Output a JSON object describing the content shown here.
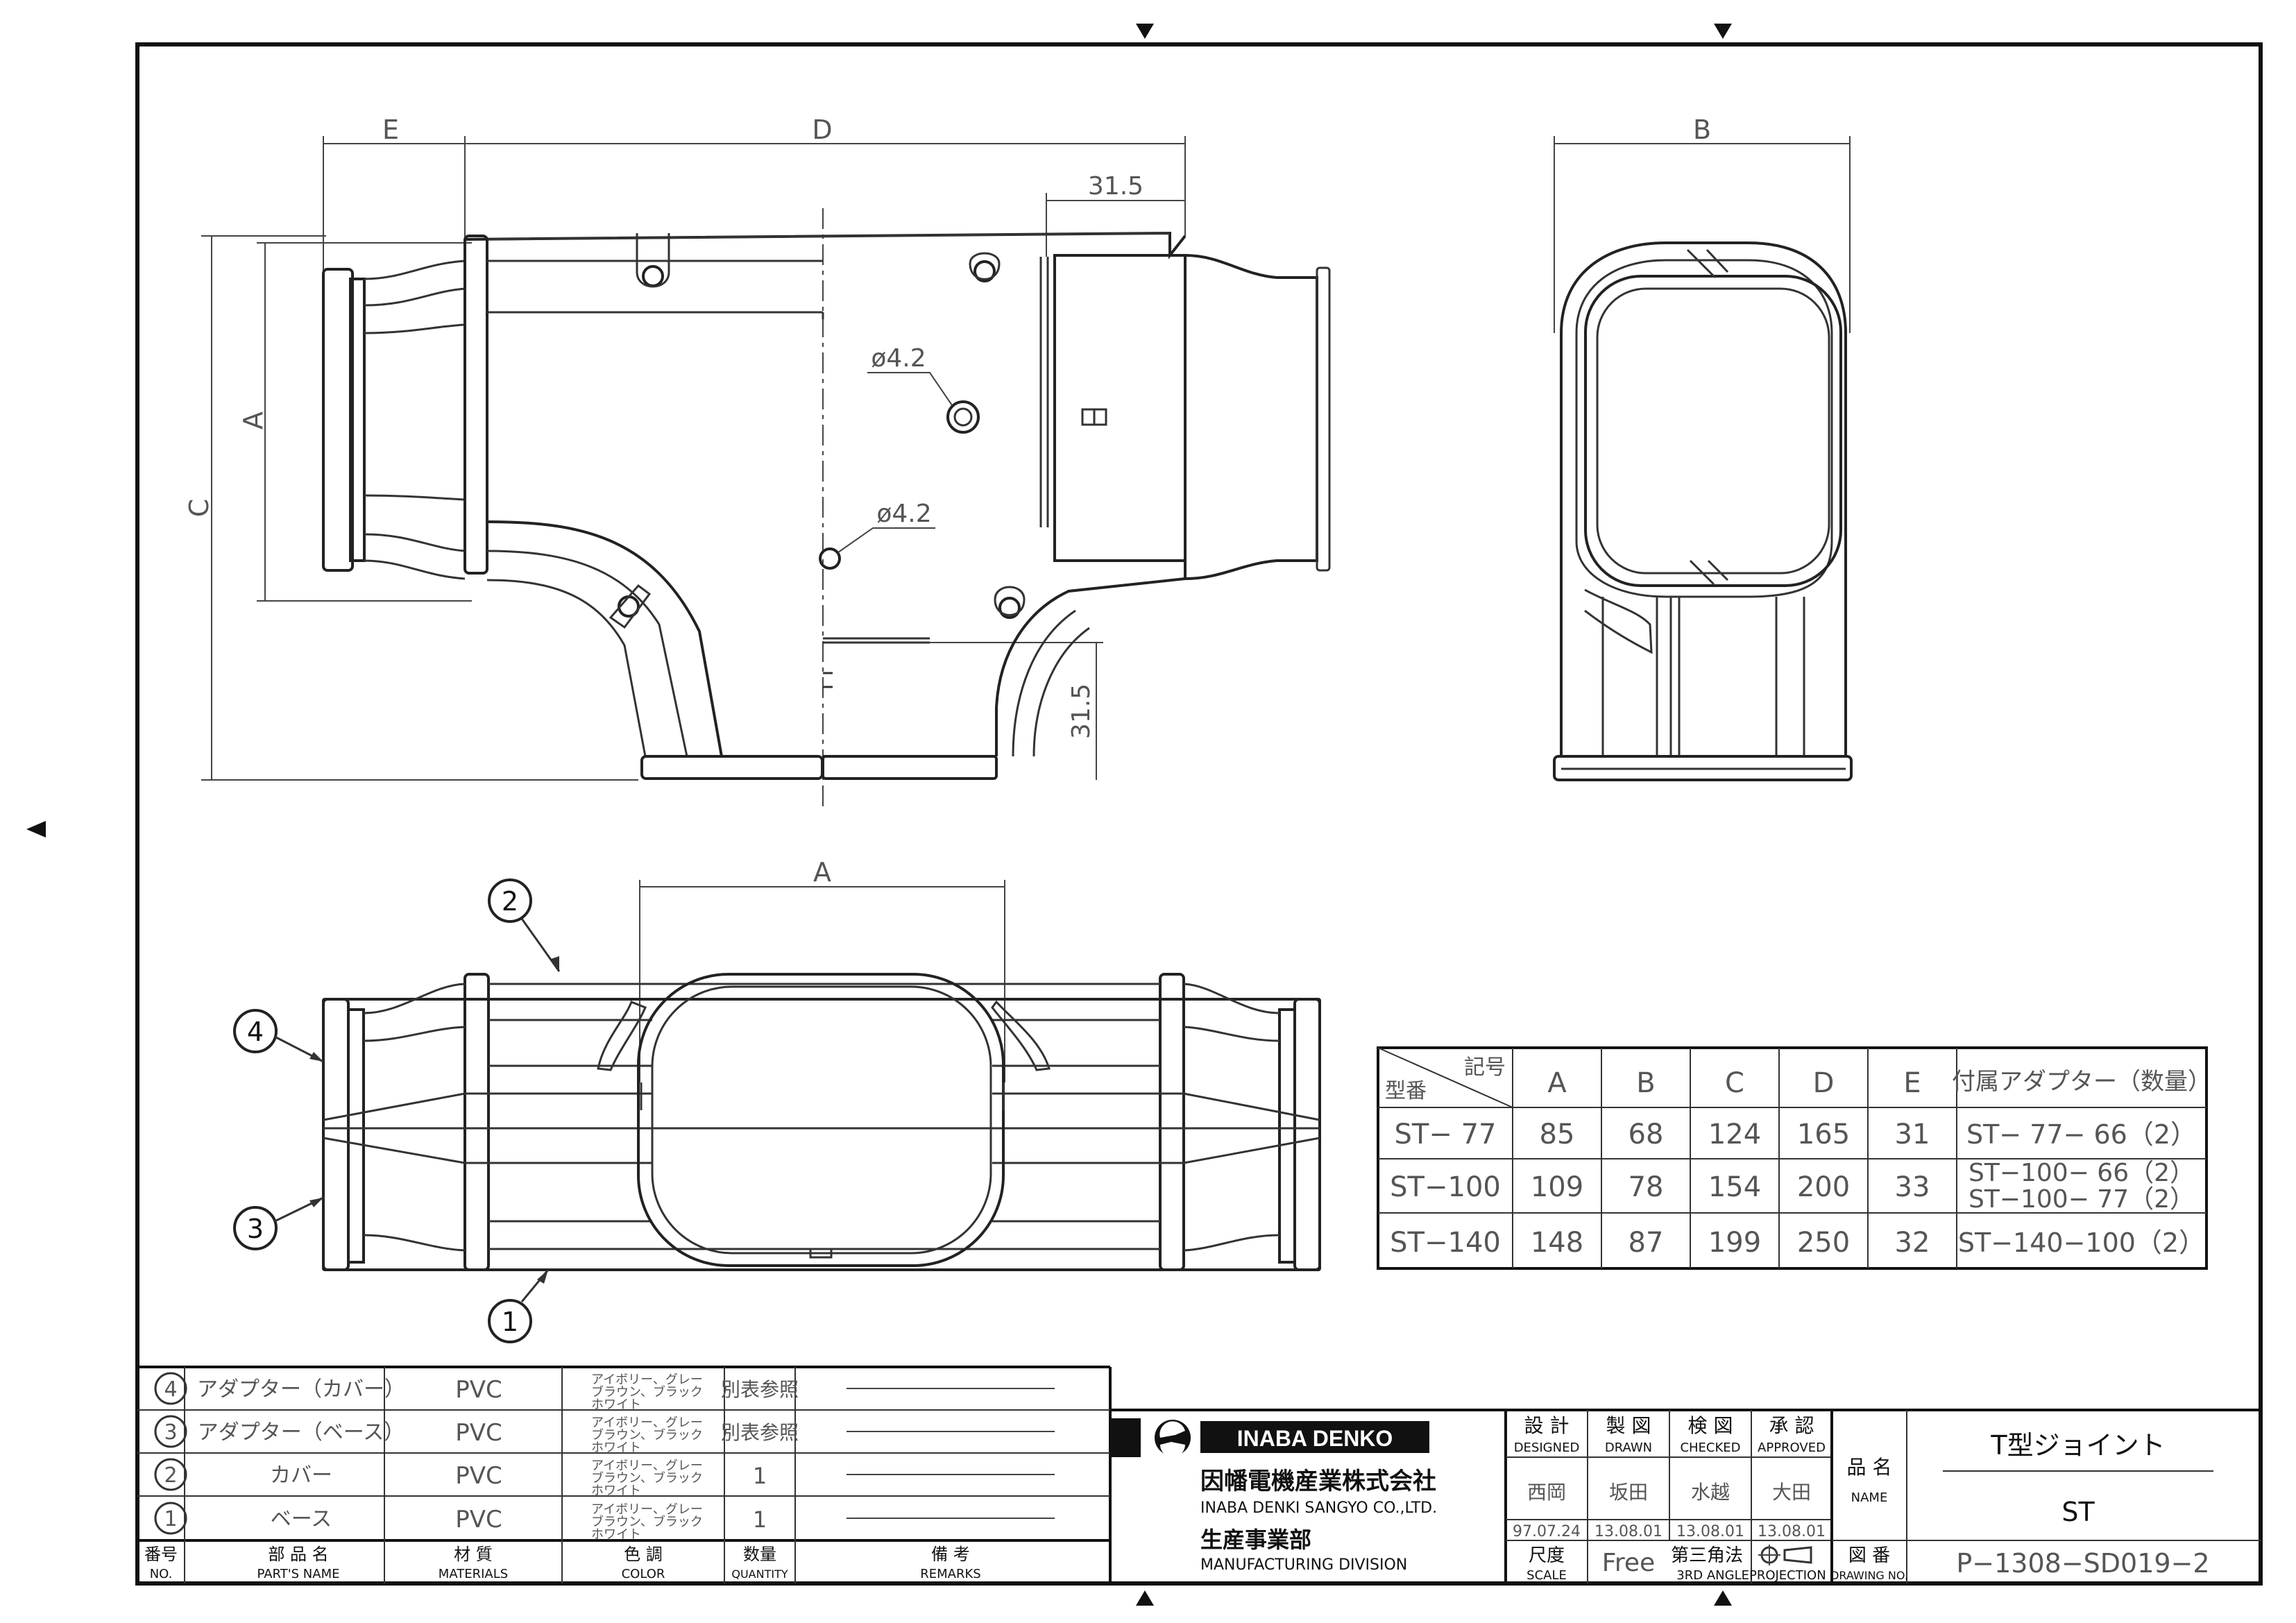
{
  "top_view_dims": {
    "E": "E",
    "D": "D",
    "d31_top": "31.5",
    "A": "A",
    "C": "C",
    "d31_side": "31.5",
    "hole1": "ø4.2",
    "hole2": "ø4.2"
  },
  "side_view_dims": {
    "B": "B"
  },
  "plan_view_dims": {
    "A": "A"
  },
  "balloons": [
    "1",
    "2",
    "3",
    "4"
  ],
  "size_table": {
    "corner_top": "記号",
    "corner_bottom": "型番",
    "headers": [
      "A",
      "B",
      "C",
      "D",
      "E",
      "付属アダプター（数量）"
    ],
    "rows": [
      {
        "model": "ST− 77",
        "A": "85",
        "B": "68",
        "C": "124",
        "D": "165",
        "E": "31",
        "adapter": [
          "ST− 77− 66（2）"
        ]
      },
      {
        "model": "ST−100",
        "A": "109",
        "B": "78",
        "C": "154",
        "D": "200",
        "E": "33",
        "adapter": [
          "ST−100− 66（2）",
          "ST−100− 77（2）"
        ]
      },
      {
        "model": "ST−140",
        "A": "148",
        "B": "87",
        "C": "199",
        "D": "250",
        "E": "32",
        "adapter": [
          "ST−140−100（2）"
        ]
      }
    ]
  },
  "parts": [
    {
      "no": "4",
      "name": "アダプター（カバー）",
      "material": "PVC",
      "color": [
        "アイボリー、グレー",
        "ブラウン、ブラック",
        "ホワイト"
      ],
      "qty": "別表参照"
    },
    {
      "no": "3",
      "name": "アダプター（ベース）",
      "material": "PVC",
      "color": [
        "アイボリー、グレー",
        "ブラウン、ブラック",
        "ホワイト"
      ],
      "qty": "別表参照"
    },
    {
      "no": "2",
      "name": "カバー",
      "material": "PVC",
      "color": [
        "アイボリー、グレー",
        "ブラウン、ブラック",
        "ホワイト"
      ],
      "qty": "1"
    },
    {
      "no": "1",
      "name": "ベース",
      "material": "PVC",
      "color": [
        "アイボリー、グレー",
        "ブラウン、ブラック",
        "ホワイト"
      ],
      "qty": "1"
    }
  ],
  "parts_header": {
    "no": "番号",
    "no_en": "NO.",
    "name": "部 品 名",
    "name_en": "PART'S NAME",
    "material": "材 質",
    "material_en": "MATERIALS",
    "color": "色 調",
    "color_en": "COLOR",
    "qty": "数量",
    "qty_en": "QUANTITY",
    "remarks": "備 考",
    "remarks_en": "REMARKS"
  },
  "company": {
    "brand": "INABA DENKO",
    "name_jp": "因幡電機産業株式会社",
    "name_en": "INABA DENKI SANGYO CO.,LTD.",
    "division_jp": "生産事業部",
    "division_en": "MANUFACTURING DIVISION"
  },
  "approvals": [
    {
      "label": "設 計",
      "label_en": "DESIGNED",
      "person": "西岡",
      "date": "97.07.24"
    },
    {
      "label": "製 図",
      "label_en": "DRAWN",
      "person": "坂田",
      "date": "13.08.01"
    },
    {
      "label": "検 図",
      "label_en": "CHECKED",
      "person": "水越",
      "date": "13.08.01"
    },
    {
      "label": "承 認",
      "label_en": "APPROVED",
      "person": "大田",
      "date": "13.08.01"
    }
  ],
  "scale": {
    "label": "尺度",
    "label_en": "SCALE",
    "value": "Free"
  },
  "projection": {
    "label": "第三角法",
    "label_en": "3RD ANGLEPROJECTION"
  },
  "name_block": {
    "label": "品 名",
    "label_en": "NAME",
    "title": "T型ジョイント",
    "model": "ST"
  },
  "drawing_no": {
    "label": "図 番",
    "label_en": "DRAWING NO.",
    "value": "P−1308−SD019−2"
  }
}
